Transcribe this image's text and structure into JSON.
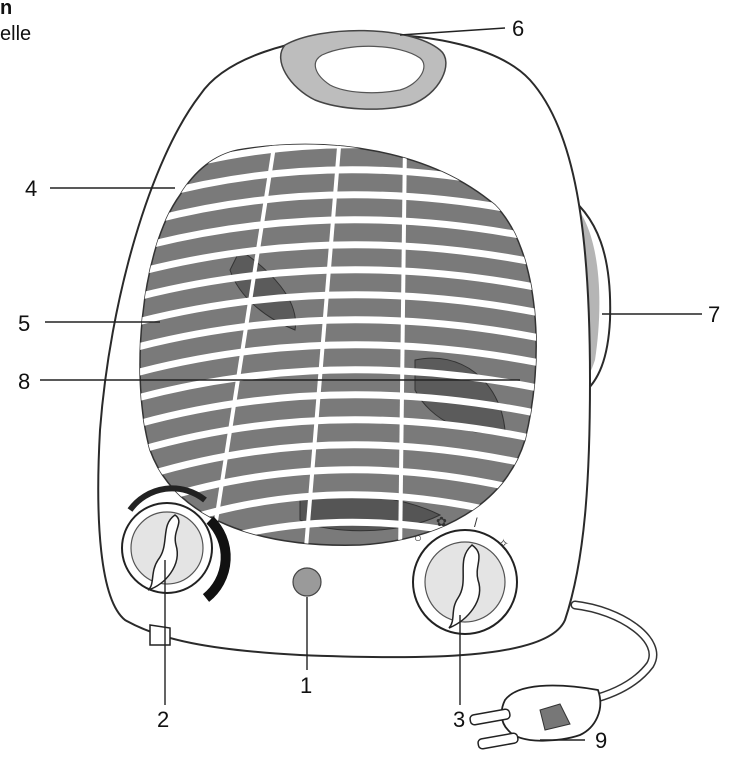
{
  "header": {
    "fragment_top": "n",
    "fragment_label": "elle"
  },
  "callouts": [
    {
      "id": "1",
      "text": "1"
    },
    {
      "id": "2",
      "text": "2"
    },
    {
      "id": "3",
      "text": "3"
    },
    {
      "id": "4",
      "text": "4"
    },
    {
      "id": "5",
      "text": "5"
    },
    {
      "id": "6",
      "text": "6"
    },
    {
      "id": "7",
      "text": "7"
    },
    {
      "id": "8",
      "text": "8"
    },
    {
      "id": "9",
      "text": "9"
    }
  ],
  "knob_right_marks": {
    "fan": "✿",
    "low": "/",
    "off": "○",
    "high": "✧"
  }
}
